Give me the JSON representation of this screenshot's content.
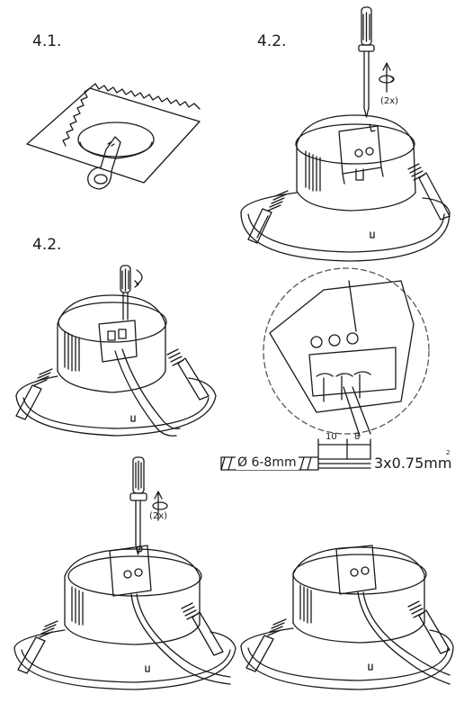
{
  "labels": {
    "step_1": "4.1.",
    "step_2_top": "4.2.",
    "step_2_mid": "4.2.",
    "repeat_1": "(2x)",
    "repeat_2": "(2x)"
  },
  "cable": {
    "diameter": "Ø 6-8mm",
    "strip_outer": "10",
    "strip_inner": "8",
    "conductors": "3x0.75mm",
    "superscript": "2"
  },
  "colors": {
    "line": "#1a1a1a",
    "paper": "#ffffff",
    "dashed": "#555555"
  }
}
